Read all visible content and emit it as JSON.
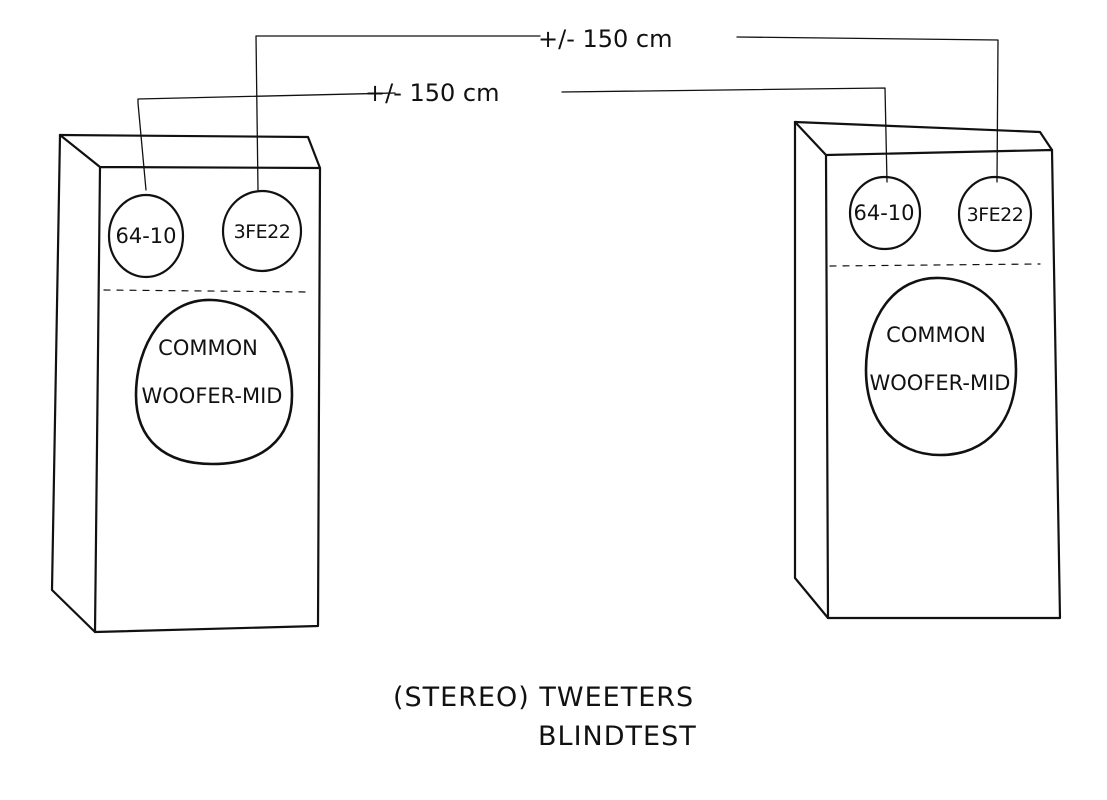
{
  "measurements": {
    "outer_distance": "+/- 150 cm",
    "inner_distance": "+/- 150 cm"
  },
  "speakers": [
    {
      "tweeter_a": "64-10",
      "tweeter_b": "3FE22",
      "woofer_line1": "COMMON",
      "woofer_line2": "WOOFER-MID"
    },
    {
      "tweeter_a": "64-10",
      "tweeter_b": "3FE22",
      "woofer_line1": "COMMON",
      "woofer_line2": "WOOFER-MID"
    }
  ],
  "caption": {
    "line1": "(STEREO) TWEETERS",
    "line2": "BLINDTEST"
  }
}
